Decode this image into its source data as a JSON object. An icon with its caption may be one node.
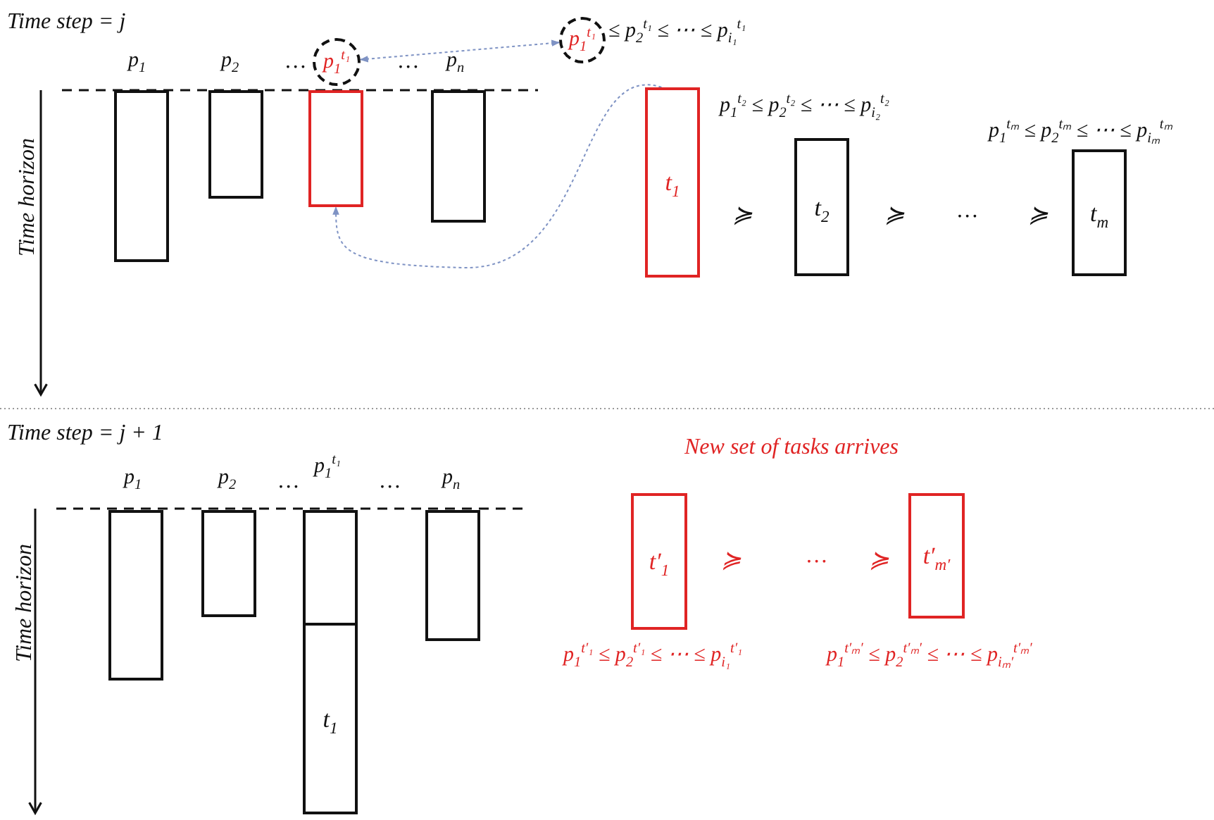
{
  "diagram": {
    "nodes": [
      {
        "text": [],
        "shape": "bar",
        "beside": [
          "p$_{1}$"
        ]
      },
      {
        "text": [],
        "shape": "bar",
        "beside": [
          "p$_{2}$"
        ]
      },
      {
        "text": [],
        "shape": "bar"
      },
      {
        "text": [
          "p$_{1}$$^{t₁}$"
        ]
      },
      {
        "text": [],
        "shape": "bar",
        "beside": [
          "p$_{n}$"
        ]
      },
      {
        "text": [
          "p$_{1}$$^{t₁}$"
        ],
        "beside": [
          "≤ p$_{2}$$^{t₁}$ ≤ ⋯ ≤ p$_{i₁}$$^{t₁}$"
        ]
      },
      {
        "text": [
          "t$_{1}$"
        ]
      },
      {
        "text": [
          "t$_{2}$"
        ],
        "beside": [
          "p$_{1}$$^{t₂}$ ≤ p$_{2}$$^{t₂}$ ≤ ⋯ ≤ p$_{i₂}$$^{t₂}$"
        ]
      },
      {
        "text": [
          "t$_{m}$"
        ],
        "beside": [
          "p$_{1}$$^{tₘ}$ ≤ p$_{2}$$^{tₘ}$ ≤ ⋯ ≤ p$_{iₘ}$$^{tₘ}$"
        ]
      },
      {
        "text": [],
        "shape": "bar",
        "beside": [
          "p$_{1}$"
        ]
      },
      {
        "text": [],
        "shape": "bar",
        "beside": [
          "p$_{2}$"
        ]
      },
      {
        "text": [],
        "shape": "bar",
        "beside": [
          "p$_{1}$$^{t₁}$"
        ]
      },
      {
        "text": [
          "t$_{1}$"
        ]
      },
      {
        "text": [],
        "shape": "bar",
        "beside": [
          "p$_{n}$"
        ]
      },
      {
        "text": [
          "t′$_{1}$"
        ],
        "beside": [
          "p$_{1}$$^{t′₁}$ ≤ p$_{2}$$^{t′₁}$ ≤ ⋯ ≤ p$_{i₁}$$^{t′₁}$"
        ]
      },
      {
        "text": [
          "t′$_{m′}$"
        ],
        "beside": [
          "p$_{1}$$^{t′ₘ′}$ ≤ p$_{2}$$^{t′ₘ′}$ ≤ ⋯ ≤ p$_{iₘ′}$$^{t′ₘ′}$"
        ]
      }
    ],
    "edges": [
      {
        "from": 3,
        "to": 5,
        "arrow": "both",
        "style": "dashed"
      },
      {
        "from": 6,
        "to": 2,
        "arrow": "to",
        "style": "dashed"
      }
    ],
    "labels": [
      "Time step = j",
      "…",
      "…",
      "Time horizon",
      "≽",
      "≽",
      "…",
      "≽",
      "Time step = j + 1",
      "…",
      "…",
      "Time horizon",
      "New set of tasks arrives",
      "≽",
      "…",
      "≽"
    ]
  }
}
